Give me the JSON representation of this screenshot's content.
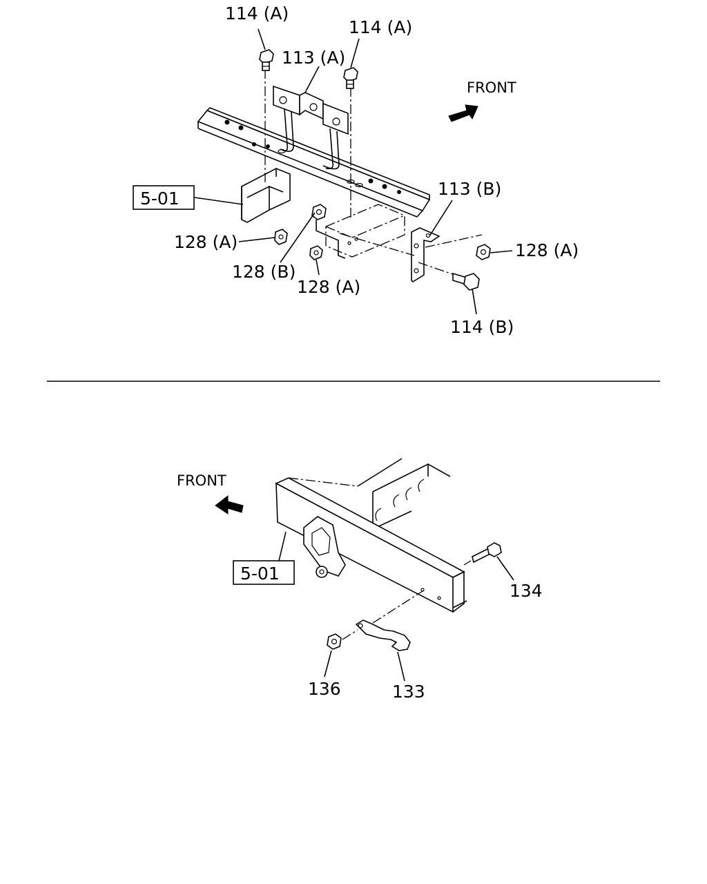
{
  "upper_figure": {
    "front_label": "FRONT",
    "ref_box": "5-01",
    "callouts": {
      "bolt_a_left": "114 (A)",
      "bolt_a_right": "114 (A)",
      "bracket_a": "113 (A)",
      "bracket_b": "113 (B)",
      "nut_a_left": "128 (A)",
      "nut_b": "128 (B)",
      "nut_a_center": "128 (A)",
      "nut_a_right": "128 (A)",
      "bolt_b": "114 (B)"
    }
  },
  "lower_figure": {
    "front_label": "FRONT",
    "ref_box": "5-01",
    "callouts": {
      "bolt": "134",
      "nut": "136",
      "hook": "133"
    }
  }
}
